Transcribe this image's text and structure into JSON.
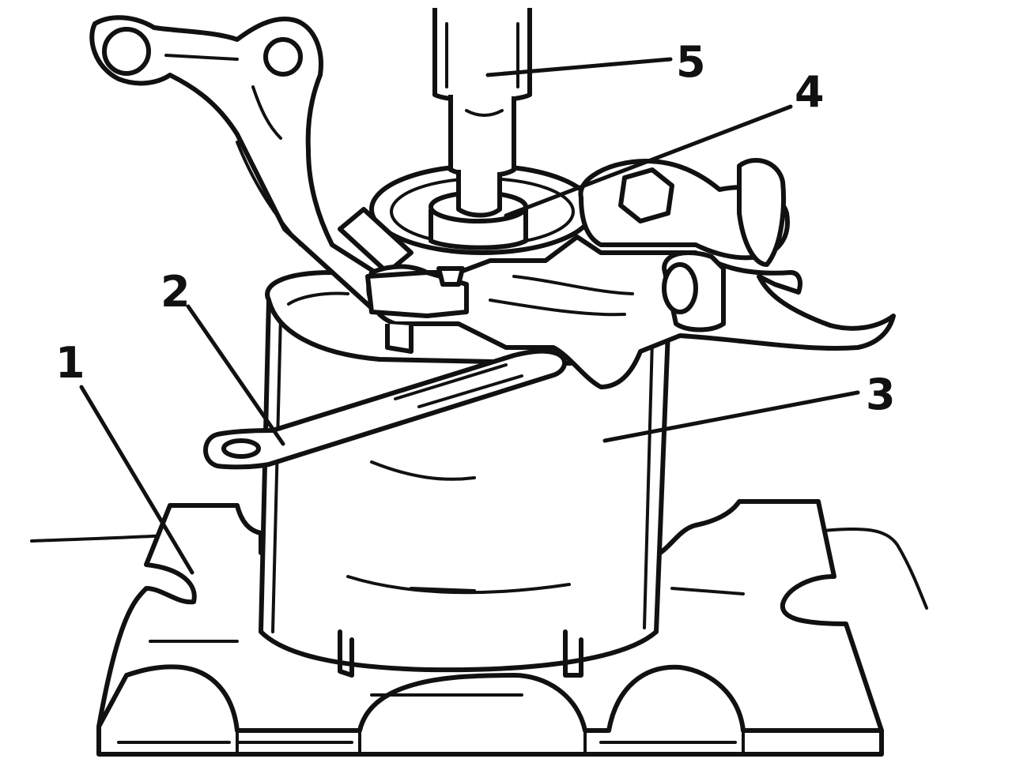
{
  "diagram": {
    "callouts": [
      {
        "id": "1",
        "label": "1"
      },
      {
        "id": "2",
        "label": "2"
      },
      {
        "id": "3",
        "label": "3"
      },
      {
        "id": "4",
        "label": "4"
      },
      {
        "id": "5",
        "label": "5"
      }
    ],
    "line_color": "#111111",
    "background": "#ffffff"
  }
}
